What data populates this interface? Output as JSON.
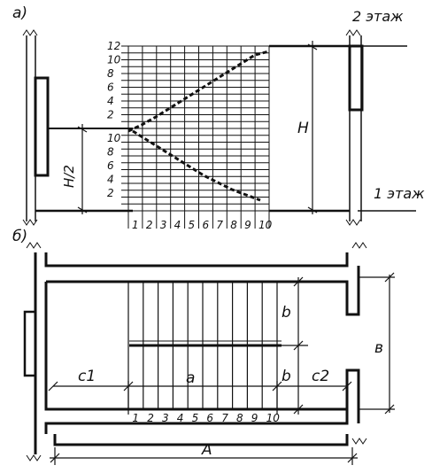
{
  "panel_a": {
    "label": "а)",
    "floor_top": "2 этаж",
    "floor_bottom": "1 этаж",
    "height_label": "H",
    "half_height_label": "H/2",
    "upper_scale": [
      "12",
      "10",
      "8",
      "6",
      "4",
      "2"
    ],
    "lower_scale": [
      "10",
      "8",
      "6",
      "4",
      "2"
    ],
    "step_numbers": [
      "1",
      "2",
      "3",
      "4",
      "5",
      "6",
      "7",
      "8",
      "9",
      "10"
    ]
  },
  "panel_b": {
    "label": "б)",
    "tread_label": "a",
    "width_label_top": "b",
    "width_label_bottom": "b",
    "landing_left": "c1",
    "landing_right": "c2",
    "length_label": "A",
    "width_total_label": "в",
    "step_numbers": [
      "1",
      "2",
      "3",
      "4",
      "5",
      "6",
      "7",
      "8",
      "9",
      "10"
    ]
  }
}
